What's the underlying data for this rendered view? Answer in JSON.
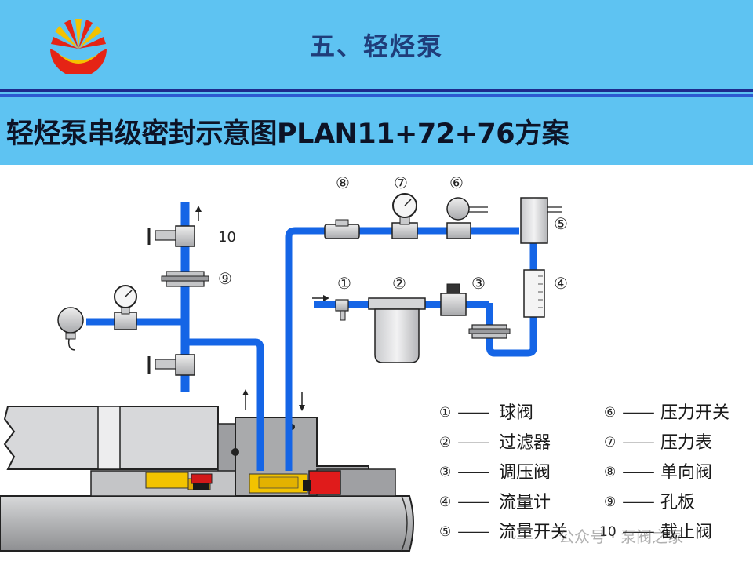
{
  "header": {
    "section_title": "五、轻烃泵",
    "slide_title": "轻烃泵串级密封示意图PLAN11+72+76方案"
  },
  "colors": {
    "header_bg": "#5ec3f2",
    "pipe": "#1565e6",
    "seal_yellow": "#f2c300",
    "seal_red": "#e01b1b",
    "housing_gray": "#a9aaac"
  },
  "callouts": [
    "①",
    "②",
    "③",
    "④",
    "⑤",
    "⑥",
    "⑦",
    "⑧",
    "⑨",
    "⑩"
  ],
  "legend": [
    {
      "num": "①",
      "dash": "—",
      "label": "球阀"
    },
    {
      "num": "②",
      "dash": "—",
      "label": "过滤器"
    },
    {
      "num": "③",
      "dash": "—",
      "label": "调压阀"
    },
    {
      "num": "④",
      "dash": "—",
      "label": "流量计"
    },
    {
      "num": "⑤",
      "dash": "—",
      "label": "流量开关"
    },
    {
      "num": "⑥",
      "dash": "—",
      "label": "压力开关"
    },
    {
      "num": "⑦",
      "dash": "—",
      "label": "压力表"
    },
    {
      "num": "⑧",
      "dash": "—",
      "label": "单向阀"
    },
    {
      "num": "⑨",
      "dash": "—",
      "label": "孔板"
    },
    {
      "num": "10",
      "dash": "—",
      "label": "截止阀"
    }
  ],
  "watermark": "公众号 · 泵阀之家"
}
